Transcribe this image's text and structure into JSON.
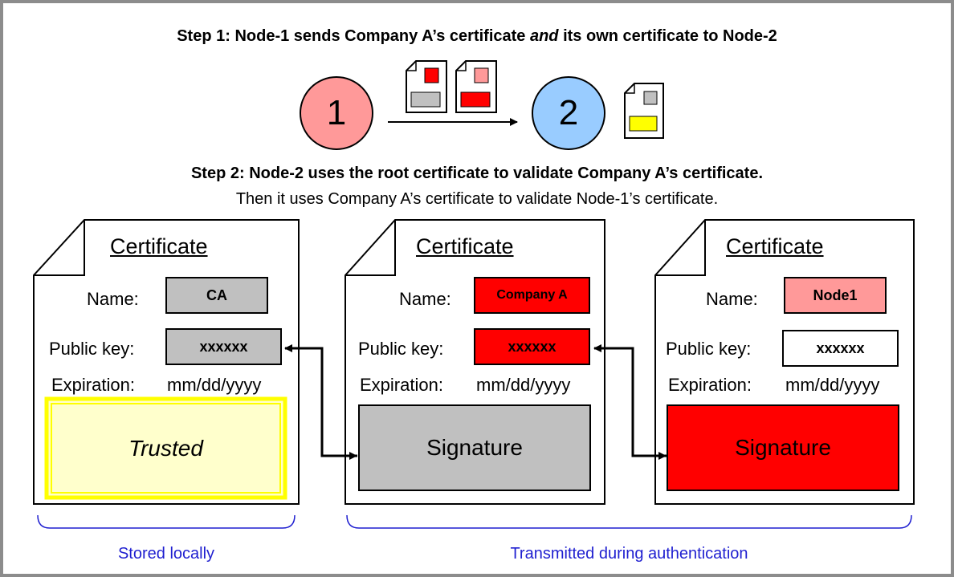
{
  "step1": {
    "prefix": "Step 1: Node-1 sends Company A’s certificate ",
    "emphasis": "and",
    "suffix": " its own certificate to Node-2"
  },
  "nodes": {
    "node1": "1",
    "node2": "2"
  },
  "step2": {
    "title": "Step 2: Node-2 uses the root certificate to validate Company A’s certificate.",
    "subtitle": "Then it uses Company A’s certificate to validate Node-1’s certificate."
  },
  "labels": {
    "certificate": "Certificate",
    "name": "Name:",
    "public_key": "Public key:",
    "expiration": "Expiration:"
  },
  "certs": [
    {
      "name": "CA",
      "public_key": "xxxxxx",
      "expiration": "mm/dd/yyyy",
      "status": "Trusted",
      "name_color": "#c0c0c0",
      "key_color": "#c0c0c0",
      "status_color": "#ffffcc",
      "status_border": "#ffff00"
    },
    {
      "name": "Company A",
      "public_key": "xxxxxx",
      "expiration": "mm/dd/yyyy",
      "status": "Signature",
      "name_color": "#ff0000",
      "key_color": "#ff0000",
      "status_color": "#c0c0c0"
    },
    {
      "name": "Node1",
      "public_key": "xxxxxx",
      "expiration": "mm/dd/yyyy",
      "status": "Signature",
      "name_color": "#ff9999",
      "key_color": "#ffffff",
      "status_color": "#ff0000"
    }
  ],
  "captions": {
    "stored": "Stored locally",
    "transmitted": "Transmitted during authentication"
  },
  "colors": {
    "caption": "#1f1fd0",
    "brace": "#1f1fd0",
    "frame": "#8c8c8c"
  }
}
